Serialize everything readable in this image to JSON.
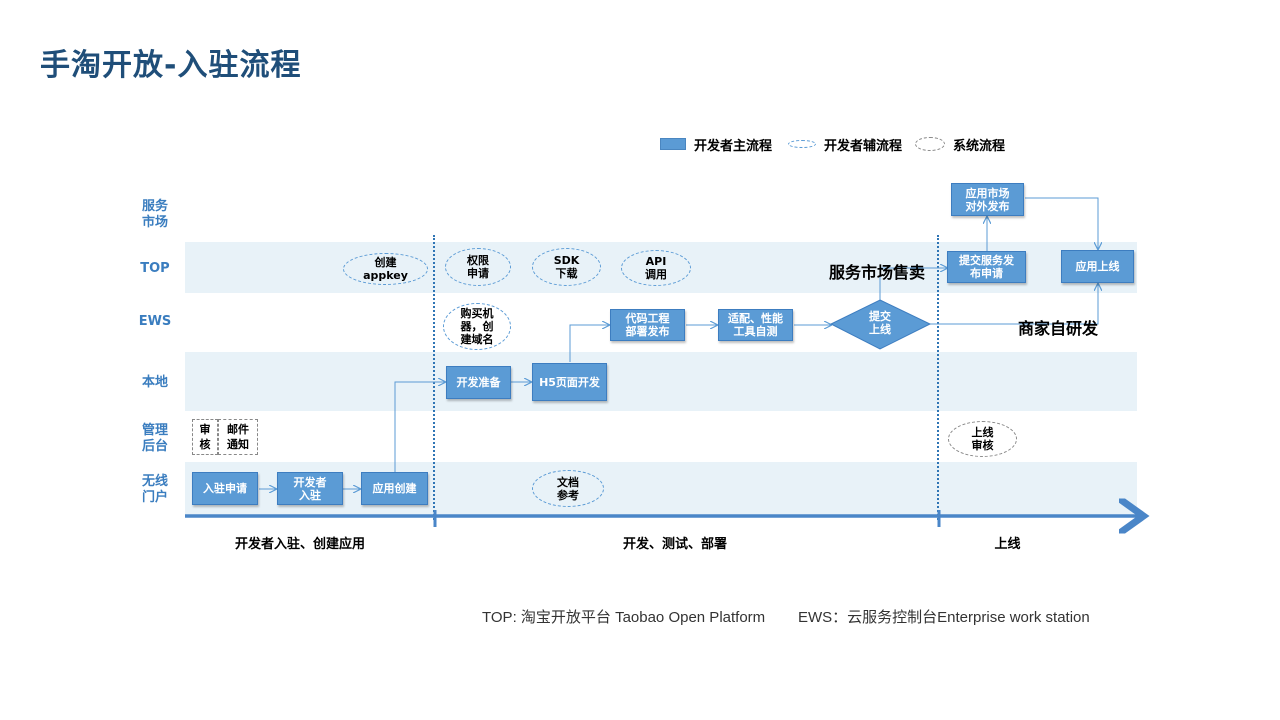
{
  "title": "手淘开放-入驻流程",
  "legend": {
    "main": "开发者主流程",
    "aux": "开发者辅流程",
    "sys": "系统流程"
  },
  "rows": {
    "service_market": "服务\n市场",
    "top": "TOP",
    "ews": "EWS",
    "local": "本地",
    "admin": "管理\n后台",
    "wireless": "无线\n门户"
  },
  "boxes": {
    "join_apply": "入驻申请",
    "dev_join": "开发者\n入驻",
    "app_create": "应用创建",
    "dev_prepare": "开发准备",
    "h5_dev": "H5页面开发",
    "code_deploy": "代码工程\n部署发布",
    "adapt_test": "适配、性能\n工具自测",
    "submit_launch": "提交\n上线",
    "submit_service": "提交服务发\n布申请",
    "market_publish": "应用市场\n对外发布",
    "app_online": "应用上线"
  },
  "ovals": {
    "create_appkey": "创建\nappkey",
    "permission_apply": "权限\n申请",
    "sdk_download": "SDK\n下载",
    "api_call": "API\n调用",
    "buy_machine": "购买机\n器，创\n建域名",
    "doc_ref": "文档\n参考",
    "online_review": "上线\n审核"
  },
  "admin_boxes": {
    "review": "审\n核",
    "mail": "邮件\n通知"
  },
  "labels": {
    "service_sell": "服务市场售卖",
    "merchant_dev": "商家自研发"
  },
  "phases": {
    "phase1": "开发者入驻、创建应用",
    "phase2": "开发、测试、部署",
    "phase3": "上线"
  },
  "footnotes": {
    "top": "TOP: 淘宝开放平台 Taobao Open Platform",
    "ews": "EWS：云服务控制台Enterprise work station"
  },
  "colors": {
    "main_box": "#5b9bd5",
    "band": "#e8f2f8",
    "title": "#1f4e79",
    "arrow": "#5b9bd5"
  }
}
